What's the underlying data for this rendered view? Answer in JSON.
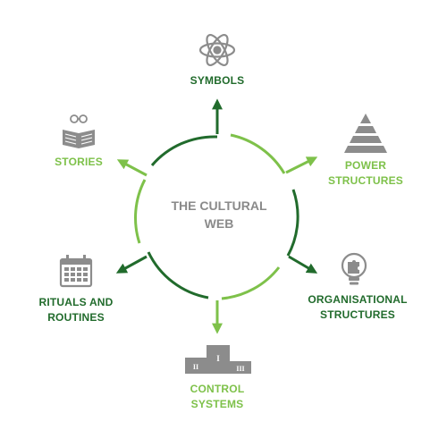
{
  "center": {
    "line1": "THE CULTURAL",
    "line2": "WEB"
  },
  "nodes": [
    {
      "id": "symbols",
      "icon": "atom-icon",
      "lines": [
        "SYMBOLS"
      ],
      "color": "#216b2c"
    },
    {
      "id": "power",
      "icon": "pyramid-icon",
      "lines": [
        "POWER",
        "STRUCTURES"
      ],
      "color": "#7ec14a"
    },
    {
      "id": "organisational",
      "icon": "lightbulb-puzzle-icon",
      "lines": [
        "ORGANISATIONAL",
        "STRUCTURES"
      ],
      "color": "#216b2c"
    },
    {
      "id": "control",
      "icon": "podium-icon",
      "lines": [
        "CONTROL",
        "SYSTEMS"
      ],
      "color": "#7ec14a",
      "podium_labels": [
        "II",
        "I",
        "III"
      ]
    },
    {
      "id": "rituals",
      "icon": "calendar-icon",
      "lines": [
        "RITUALS AND",
        "ROUTINES"
      ],
      "color": "#216b2c"
    },
    {
      "id": "stories",
      "icon": "book-glasses-icon",
      "lines": [
        "STORIES"
      ],
      "color": "#7ec14a"
    }
  ],
  "colors": {
    "dark_green": "#216b2c",
    "light_green": "#7ec14a",
    "icon_gray": "#8c8c8c",
    "center_text": "#8a8a8a"
  }
}
